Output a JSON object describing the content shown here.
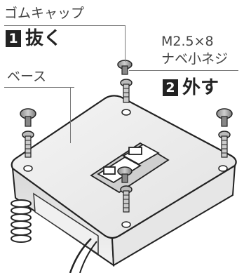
{
  "labels": {
    "rubber_cap": "ゴムキャップ",
    "step1_num": "1",
    "step1_text": "抜く",
    "screw_size": "M2.5×8",
    "screw_type": "ナベ小ネジ",
    "base": "ベース",
    "step2_num": "2",
    "step2_text": "外す"
  }
}
